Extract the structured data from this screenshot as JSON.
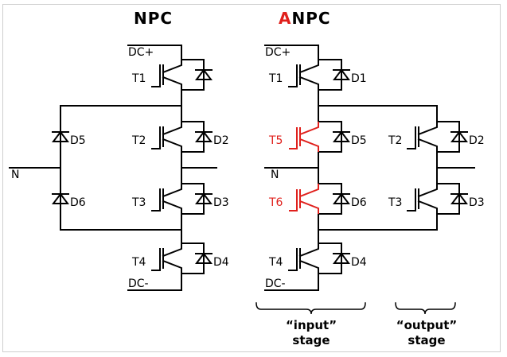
{
  "npc": {
    "title": "NPC",
    "labels": {
      "dc_plus": "DC+",
      "dc_minus": "DC-",
      "n": "N",
      "t1": "T1",
      "t2": "T2",
      "t3": "T3",
      "t4": "T4",
      "d2": "D2",
      "d3": "D3",
      "d4": "D4",
      "d5": "D5",
      "d6": "D6"
    }
  },
  "anpc": {
    "title_accent": "A",
    "title_rest": "NPC",
    "labels": {
      "dc_plus": "DC+",
      "dc_minus": "DC-",
      "n": "N",
      "t1": "T1",
      "t2": "T2",
      "t3": "T3",
      "t4": "T4",
      "t5": "T5",
      "t6": "T6",
      "d1": "D1",
      "d2": "D2",
      "d3": "D3",
      "d4": "D4",
      "d5": "D5",
      "d6": "D6"
    },
    "highlight_color": "#e0201c",
    "stages": [
      {
        "line1": "“input”",
        "line2": "stage"
      },
      {
        "line1": "“output”",
        "line2": "stage"
      }
    ]
  }
}
